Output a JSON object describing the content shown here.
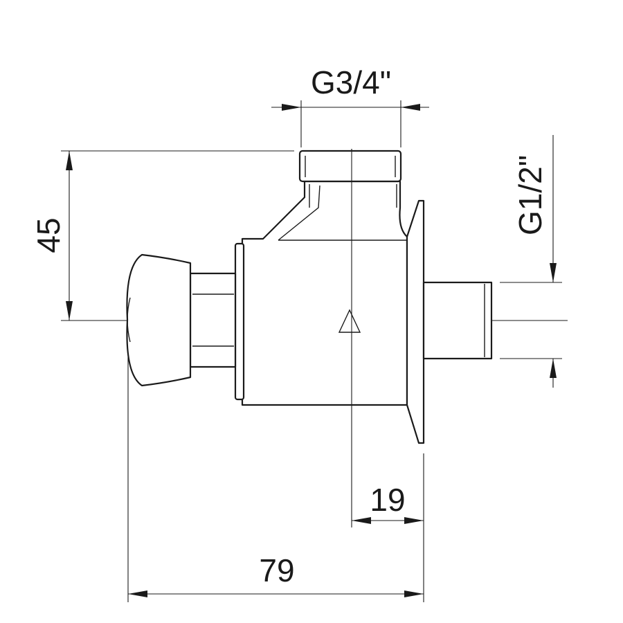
{
  "dimensions": {
    "inlet_thread": "G3/4\"",
    "outlet_thread": "G1/2\"",
    "height": "45",
    "wall_offset": "19",
    "overall_length": "79"
  },
  "symbols": {
    "center_marker": "triangle-marker"
  }
}
